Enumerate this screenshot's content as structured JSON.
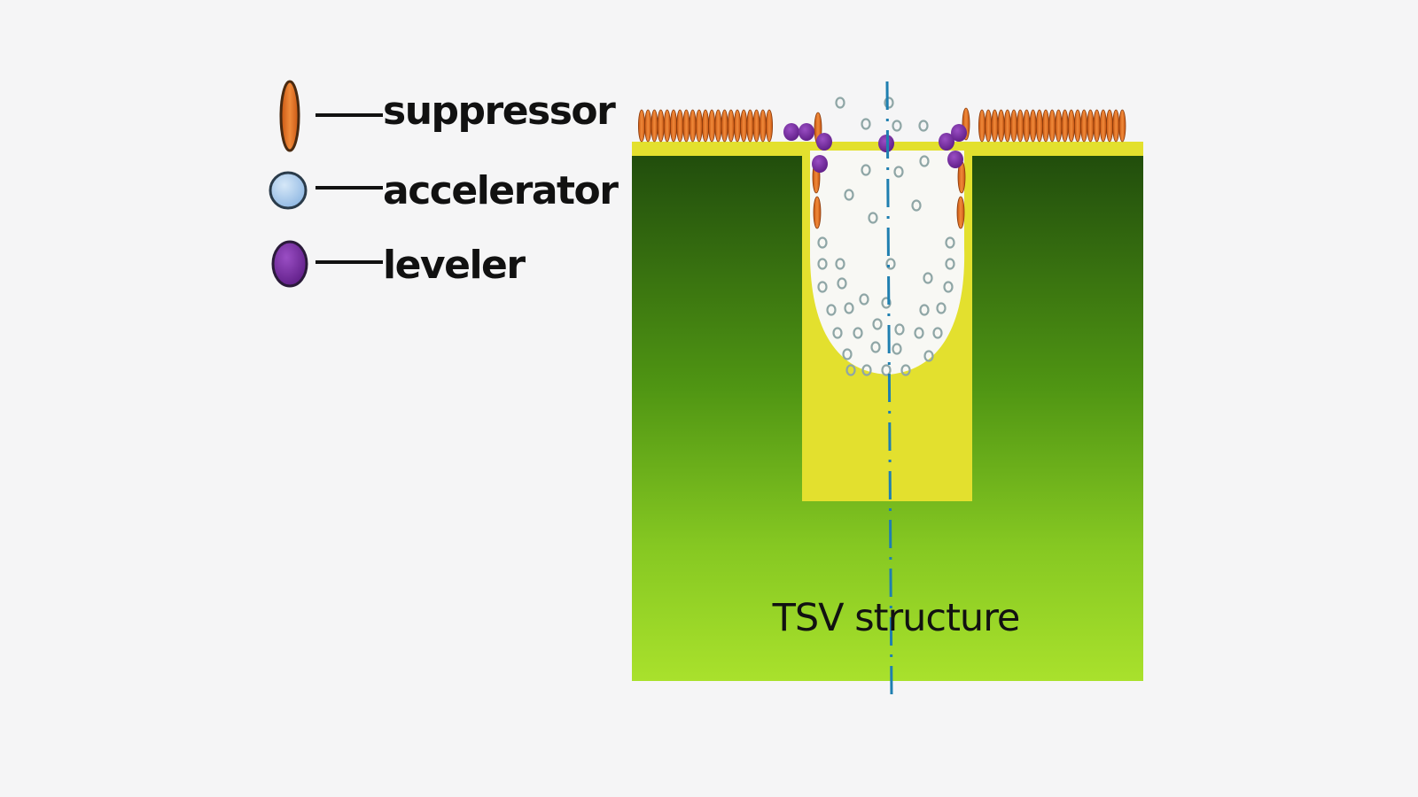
{
  "legend": {
    "items": [
      {
        "key": "suppressor",
        "label": "suppressor",
        "icon": "suppressor-ellipse-icon",
        "color": "#e8792b"
      },
      {
        "key": "accelerator",
        "label": "accelerator",
        "icon": "accelerator-circle-icon",
        "color": "#9cc3ea"
      },
      {
        "key": "leveler",
        "label": "leveler",
        "icon": "leveler-circle-icon",
        "color": "#7b2fa0"
      }
    ]
  },
  "structure": {
    "label": "TSV structure",
    "colors": {
      "substrate_top": "#1f4a0c",
      "substrate_mid": "#55a014",
      "substrate_bottom": "#a9e12c",
      "copper_fill": "#e3e02e",
      "suppressor": "#e8792b",
      "leveler": "#8c1f8c",
      "accelerator_outline": "#7f9a9a",
      "centerline": "#1f7fb0"
    }
  }
}
